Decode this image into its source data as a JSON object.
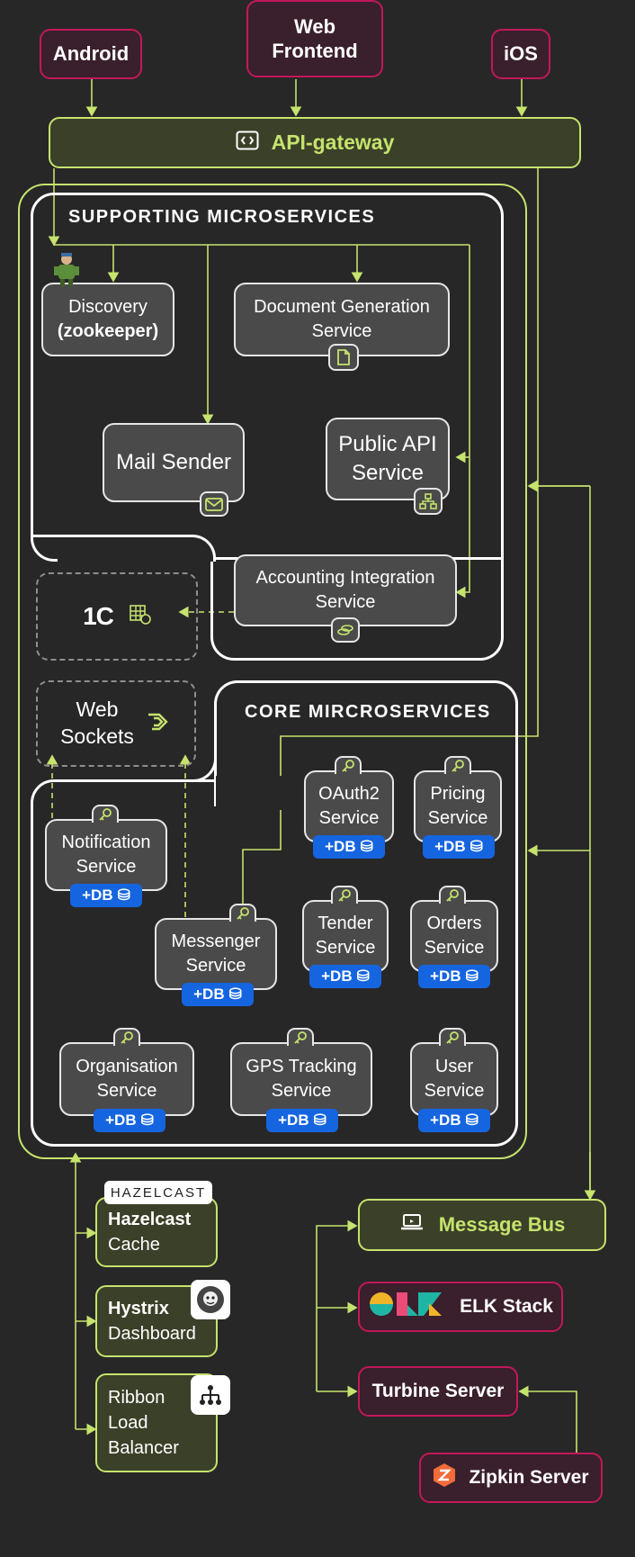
{
  "clients": {
    "android": "Android",
    "web_frontend_line1": "Web",
    "web_frontend_line2": "Frontend",
    "ios": "iOS"
  },
  "gateway": {
    "label": "API-gateway",
    "icon": "code-brackets-icon"
  },
  "supporting": {
    "title": "SUPPORTING MICROSERVICES",
    "discovery_line1": "Discovery",
    "discovery_line2": "(zookeeper)",
    "docgen_line1": "Document Generation",
    "docgen_line2": "Service",
    "mail": "Mail Sender",
    "public_api_line1": "Public API",
    "public_api_line2": "Service",
    "accounting_line1": "Accounting Integration",
    "accounting_line2": "Service"
  },
  "external": {
    "onec_logo": "1C",
    "websockets_line1": "Web",
    "websockets_line2": "Sockets"
  },
  "core": {
    "title": "CORE MIRCROSERVICES",
    "db_label": "+DB",
    "oauth_line1": "OAuth2",
    "oauth_line2": "Service",
    "pricing_line1": "Pricing",
    "pricing_line2": "Service",
    "notification_line1": "Notification",
    "notification_line2": "Service",
    "messenger_line1": "Messenger",
    "messenger_line2": "Service",
    "tender_line1": "Tender",
    "tender_line2": "Service",
    "orders_line1": "Orders",
    "orders_line2": "Service",
    "organisation_line1": "Organisation",
    "organisation_line2": "Service",
    "gps_line1": "GPS Tracking",
    "gps_line2": "Service",
    "user_line1": "User",
    "user_line2": "Service"
  },
  "infra": {
    "hazelcast_logo": "HAZELCAST",
    "hazelcast_line1": "Hazelcast",
    "hazelcast_line2": "Cache",
    "hystrix_line1": "Hystrix",
    "hystrix_line2": "Dashboard",
    "ribbon_line1": "Ribbon",
    "ribbon_line2": "Load",
    "ribbon_line3": "Balancer",
    "message_bus": "Message Bus",
    "elk": "ELK Stack",
    "turbine": "Turbine Server",
    "zipkin": "Zipkin Server"
  },
  "colors": {
    "background": "#272727",
    "lime": "#c5e36d",
    "crimson": "#c2185b",
    "db_blue": "#1565e0"
  }
}
